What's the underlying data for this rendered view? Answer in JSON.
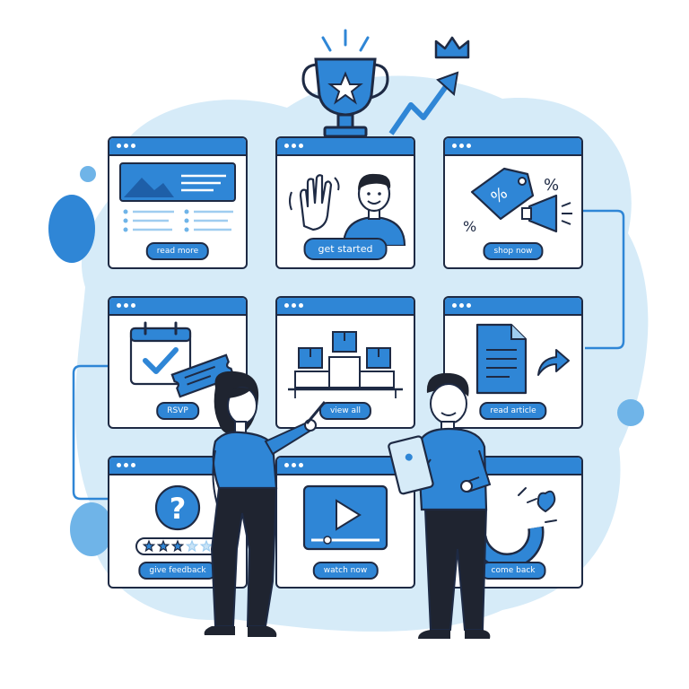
{
  "illustration": {
    "cards": [
      {
        "id": "card-read-more",
        "cta": "read more",
        "icon": "image-text-icon"
      },
      {
        "id": "card-get-started",
        "cta": "get started",
        "icon": "waving-person-icon"
      },
      {
        "id": "card-shop-now",
        "cta": "shop now",
        "icon": "price-tag-megaphone-icon"
      },
      {
        "id": "card-rsvp",
        "cta": "RSVP",
        "icon": "calendar-ticket-icon"
      },
      {
        "id": "card-view-all",
        "cta": "view all",
        "icon": "boxes-podium-icon"
      },
      {
        "id": "card-read-article",
        "cta": "read article",
        "icon": "document-share-icon"
      },
      {
        "id": "card-give-feedback",
        "cta": "give feedback",
        "icon": "question-stars-icon",
        "rating": 3,
        "rating_max": 5
      },
      {
        "id": "card-watch-now",
        "cta": "watch now",
        "icon": "video-player-icon"
      },
      {
        "id": "card-come-back",
        "cta": "come back",
        "icon": "magnet-heart-icon"
      }
    ],
    "decor": {
      "top_icons": [
        "trophy-icon",
        "crown-icon",
        "growth-arrow-icon"
      ],
      "people": [
        "woman-pointing-pen",
        "man-holding-tablet"
      ]
    },
    "colors": {
      "accent": "#2f86d6",
      "light_blob": "#d6ebf8",
      "outline": "#1e2a44",
      "dark_clothes": "#1f2430"
    }
  }
}
